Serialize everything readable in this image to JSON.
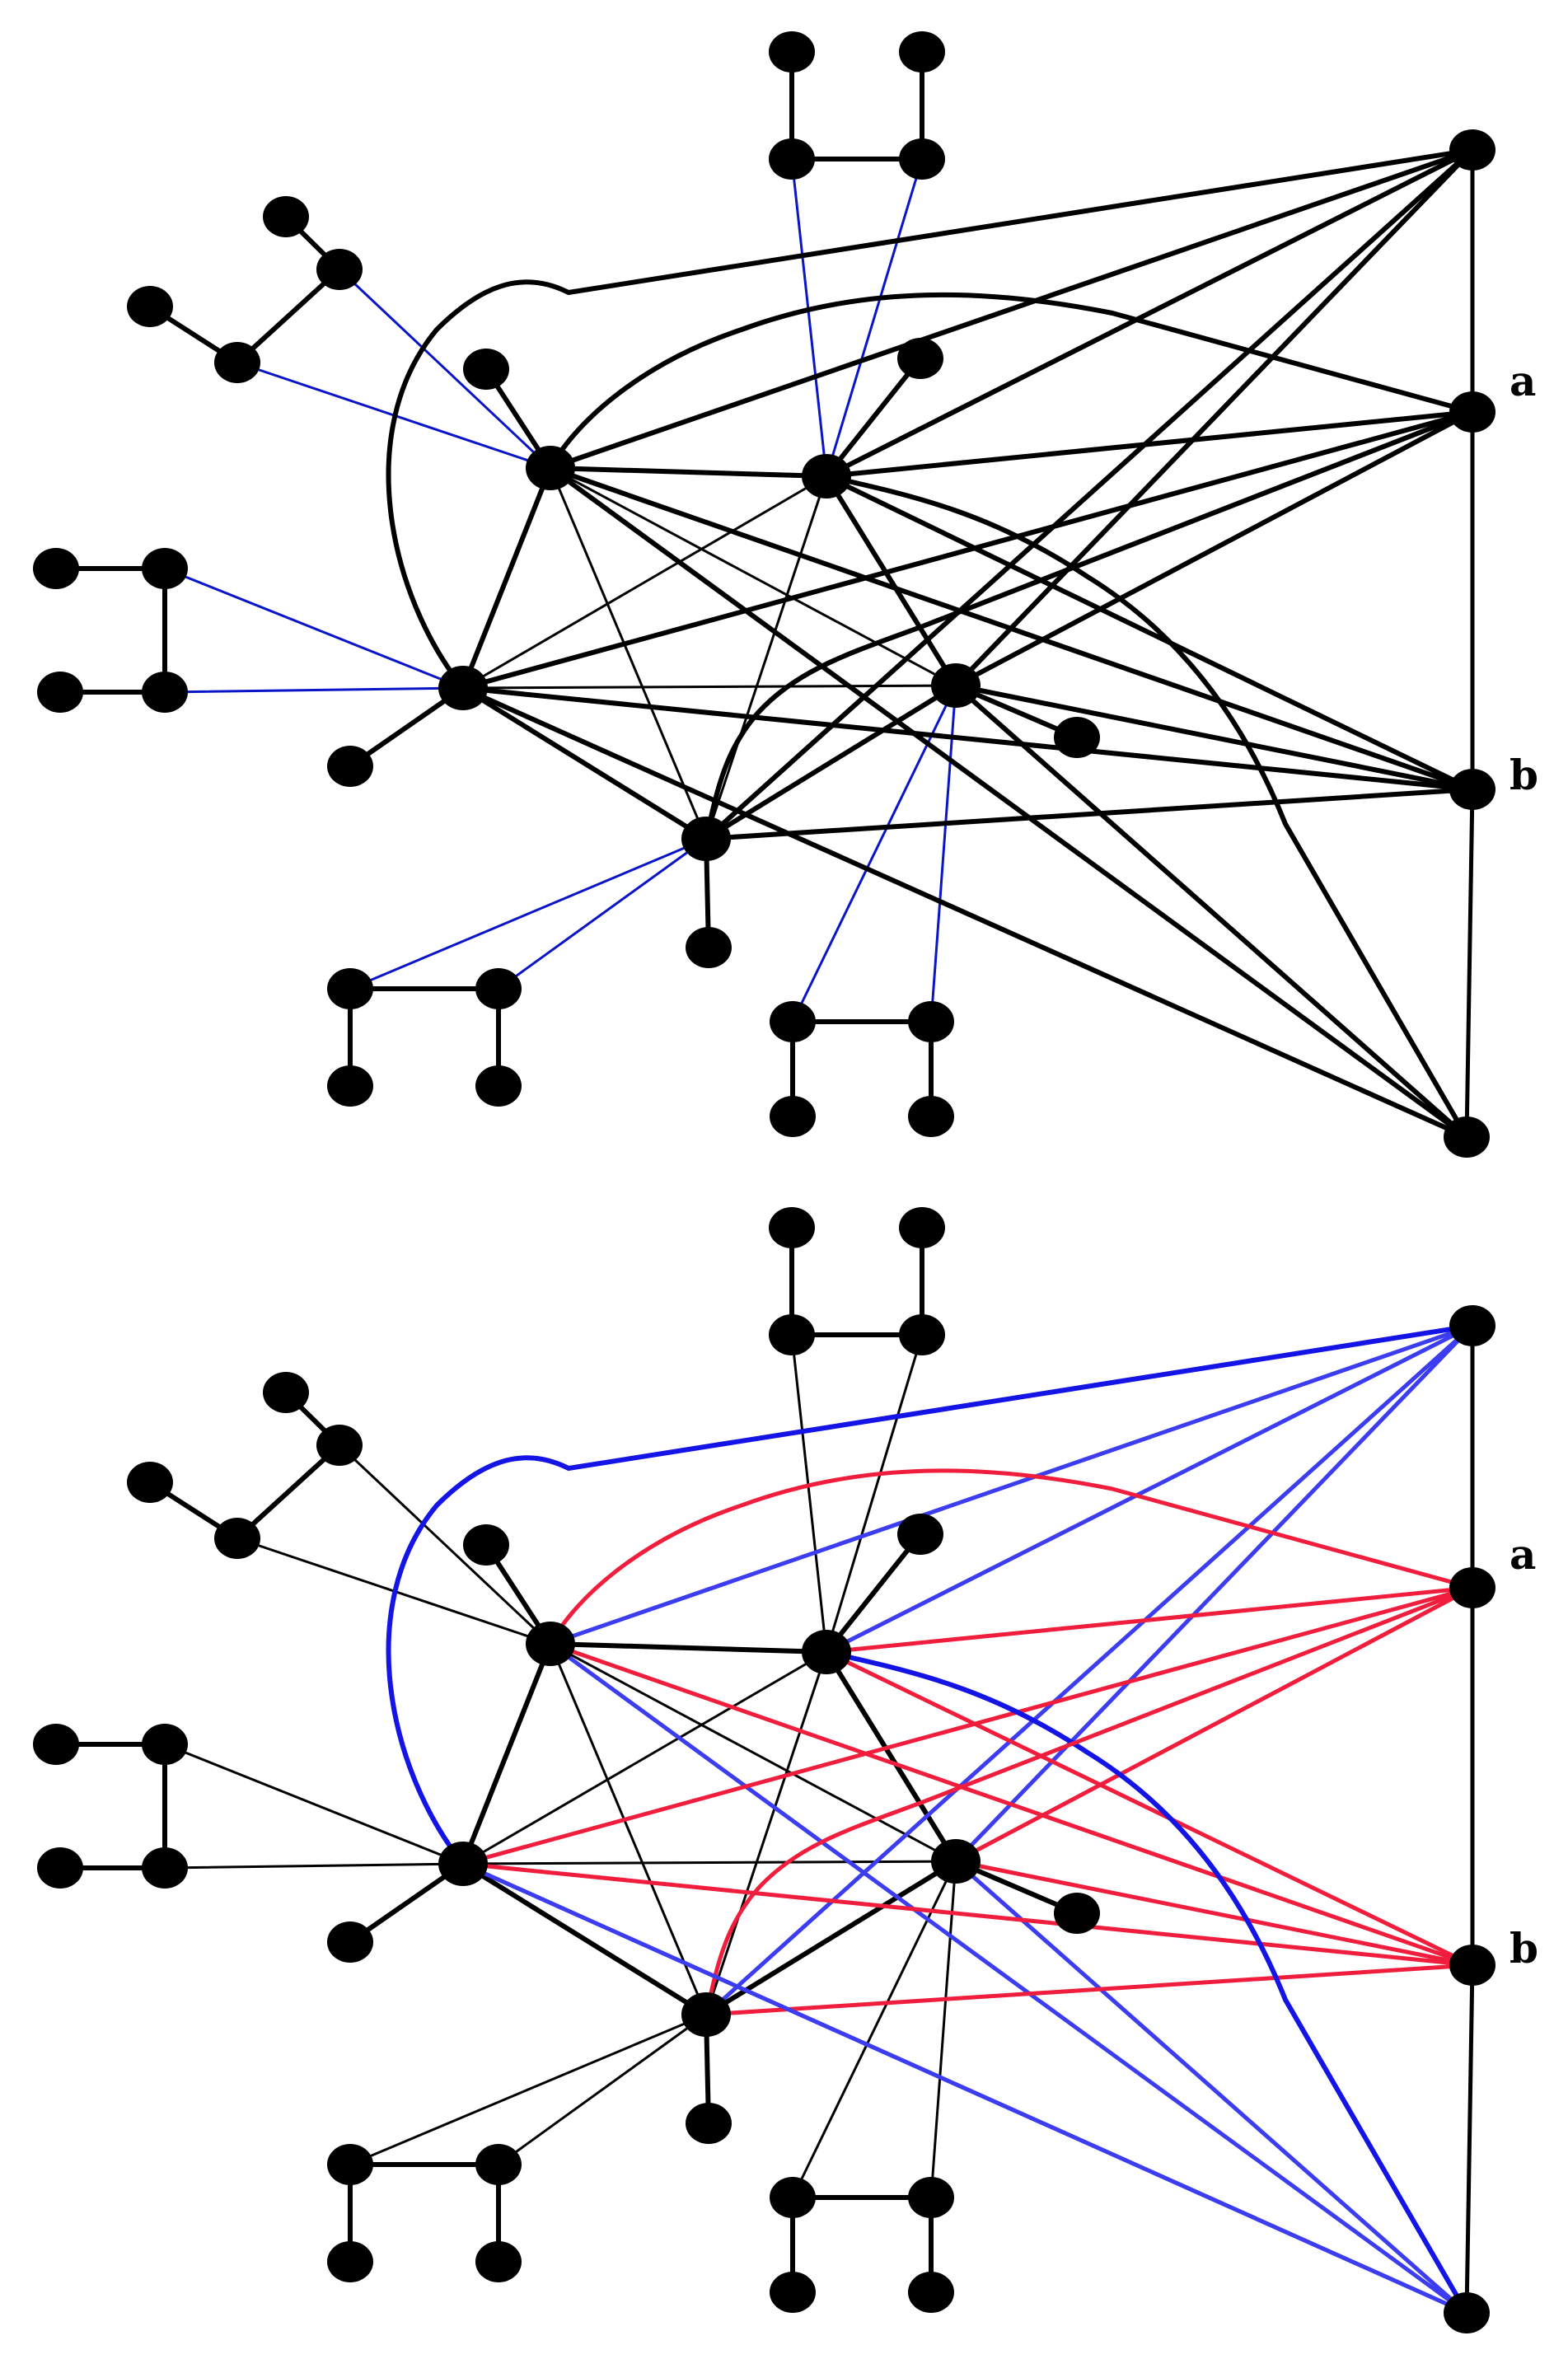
{
  "colors": {
    "black": "#000000",
    "blue_thin": "#0a14c8",
    "blue": "#3c3cf0",
    "blue_dark": "#1414e6",
    "red": "#f01e3c"
  },
  "labels": {
    "top_a": "a",
    "top_b": "b",
    "bottom_a": "a",
    "bottom_b": "b"
  }
}
